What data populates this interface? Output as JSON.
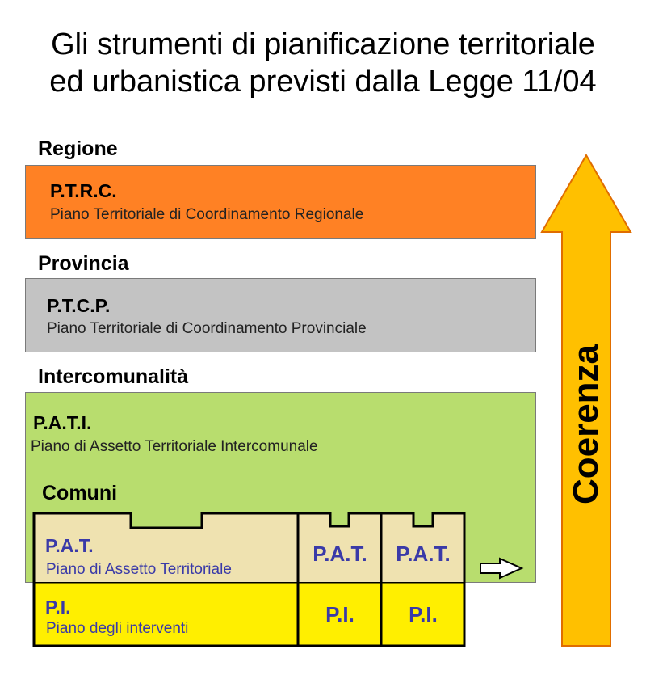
{
  "title": {
    "line1": "Gli strumenti di pianificazione territoriale",
    "line2": "ed urbanistica previsti dalla Legge 11/04"
  },
  "levels": {
    "regione": "Regione",
    "provincia": "Provincia",
    "intercomunalita": "Intercomunalità",
    "comuni": "Comuni"
  },
  "plans": {
    "ptrc": {
      "abbr": "P.T.R.C.",
      "full": "Piano Territoriale di Coordinamento Regionale"
    },
    "ptcp": {
      "abbr": "P.T.C.P.",
      "full": "Piano Territoriale di Coordinamento Provinciale"
    },
    "pati": {
      "abbr": "P.A.T.I.",
      "full": "Piano di Assetto Territoriale Intercomunale"
    },
    "pat": {
      "abbr": "P.A.T.",
      "full": "Piano di Assetto Territoriale"
    },
    "pi": {
      "abbr": "P.I.",
      "full": "Piano degli interventi"
    }
  },
  "arrow_label": "Coerenza",
  "colors": {
    "regione": "#ff8124",
    "provincia": "#c3c3c3",
    "intercomunalita": "#b8dd6e",
    "pat": "#efe2b0",
    "pi": "#ffef00",
    "arrow": "#ffc000",
    "blue_text": "#3a3aa8"
  }
}
